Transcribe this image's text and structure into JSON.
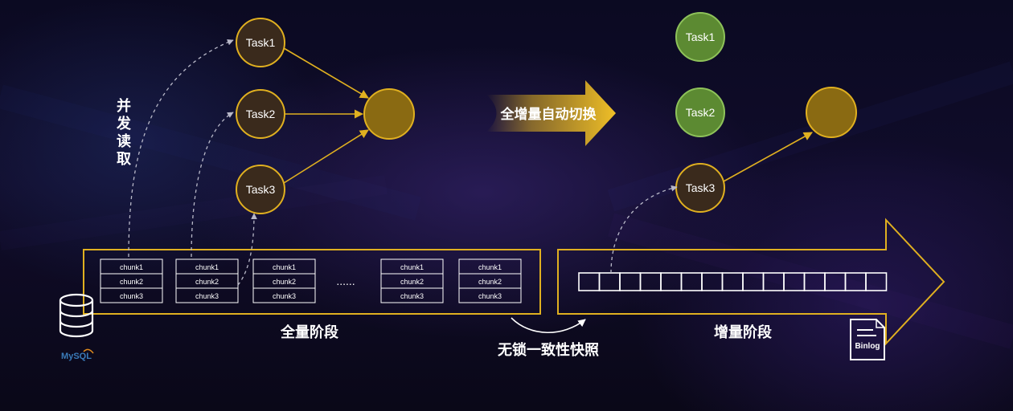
{
  "left_tasks": [
    {
      "label": "Task1"
    },
    {
      "label": "Task2"
    },
    {
      "label": "Task3"
    }
  ],
  "right_tasks": [
    {
      "label": "Task1"
    },
    {
      "label": "Task2"
    },
    {
      "label": "Task3"
    }
  ],
  "concurrent_read_label": [
    "并",
    "发",
    "读",
    "取"
  ],
  "switch_label": "全增量自动切换",
  "full_stage_label": "全量阶段",
  "incremental_stage_label": "增量阶段",
  "snapshot_label": "无锁一致性快照",
  "ellipsis": "......",
  "chunk_groups": [
    [
      "chunk1",
      "chunk2",
      "chunk3"
    ],
    [
      "chunk1",
      "chunk2",
      "chunk3"
    ],
    [
      "chunk1",
      "chunk2",
      "chunk3"
    ],
    [
      "chunk1",
      "chunk2",
      "chunk3"
    ],
    [
      "chunk1",
      "chunk2",
      "chunk3"
    ]
  ],
  "binlog_label": "Binlog",
  "mysql_label": "MySQL",
  "colors": {
    "gold": "#e0b020",
    "gold_dark": "#8a6a12",
    "green": "#5c8a32",
    "task_fill": "#3a2a1c",
    "white": "#ffffff"
  }
}
